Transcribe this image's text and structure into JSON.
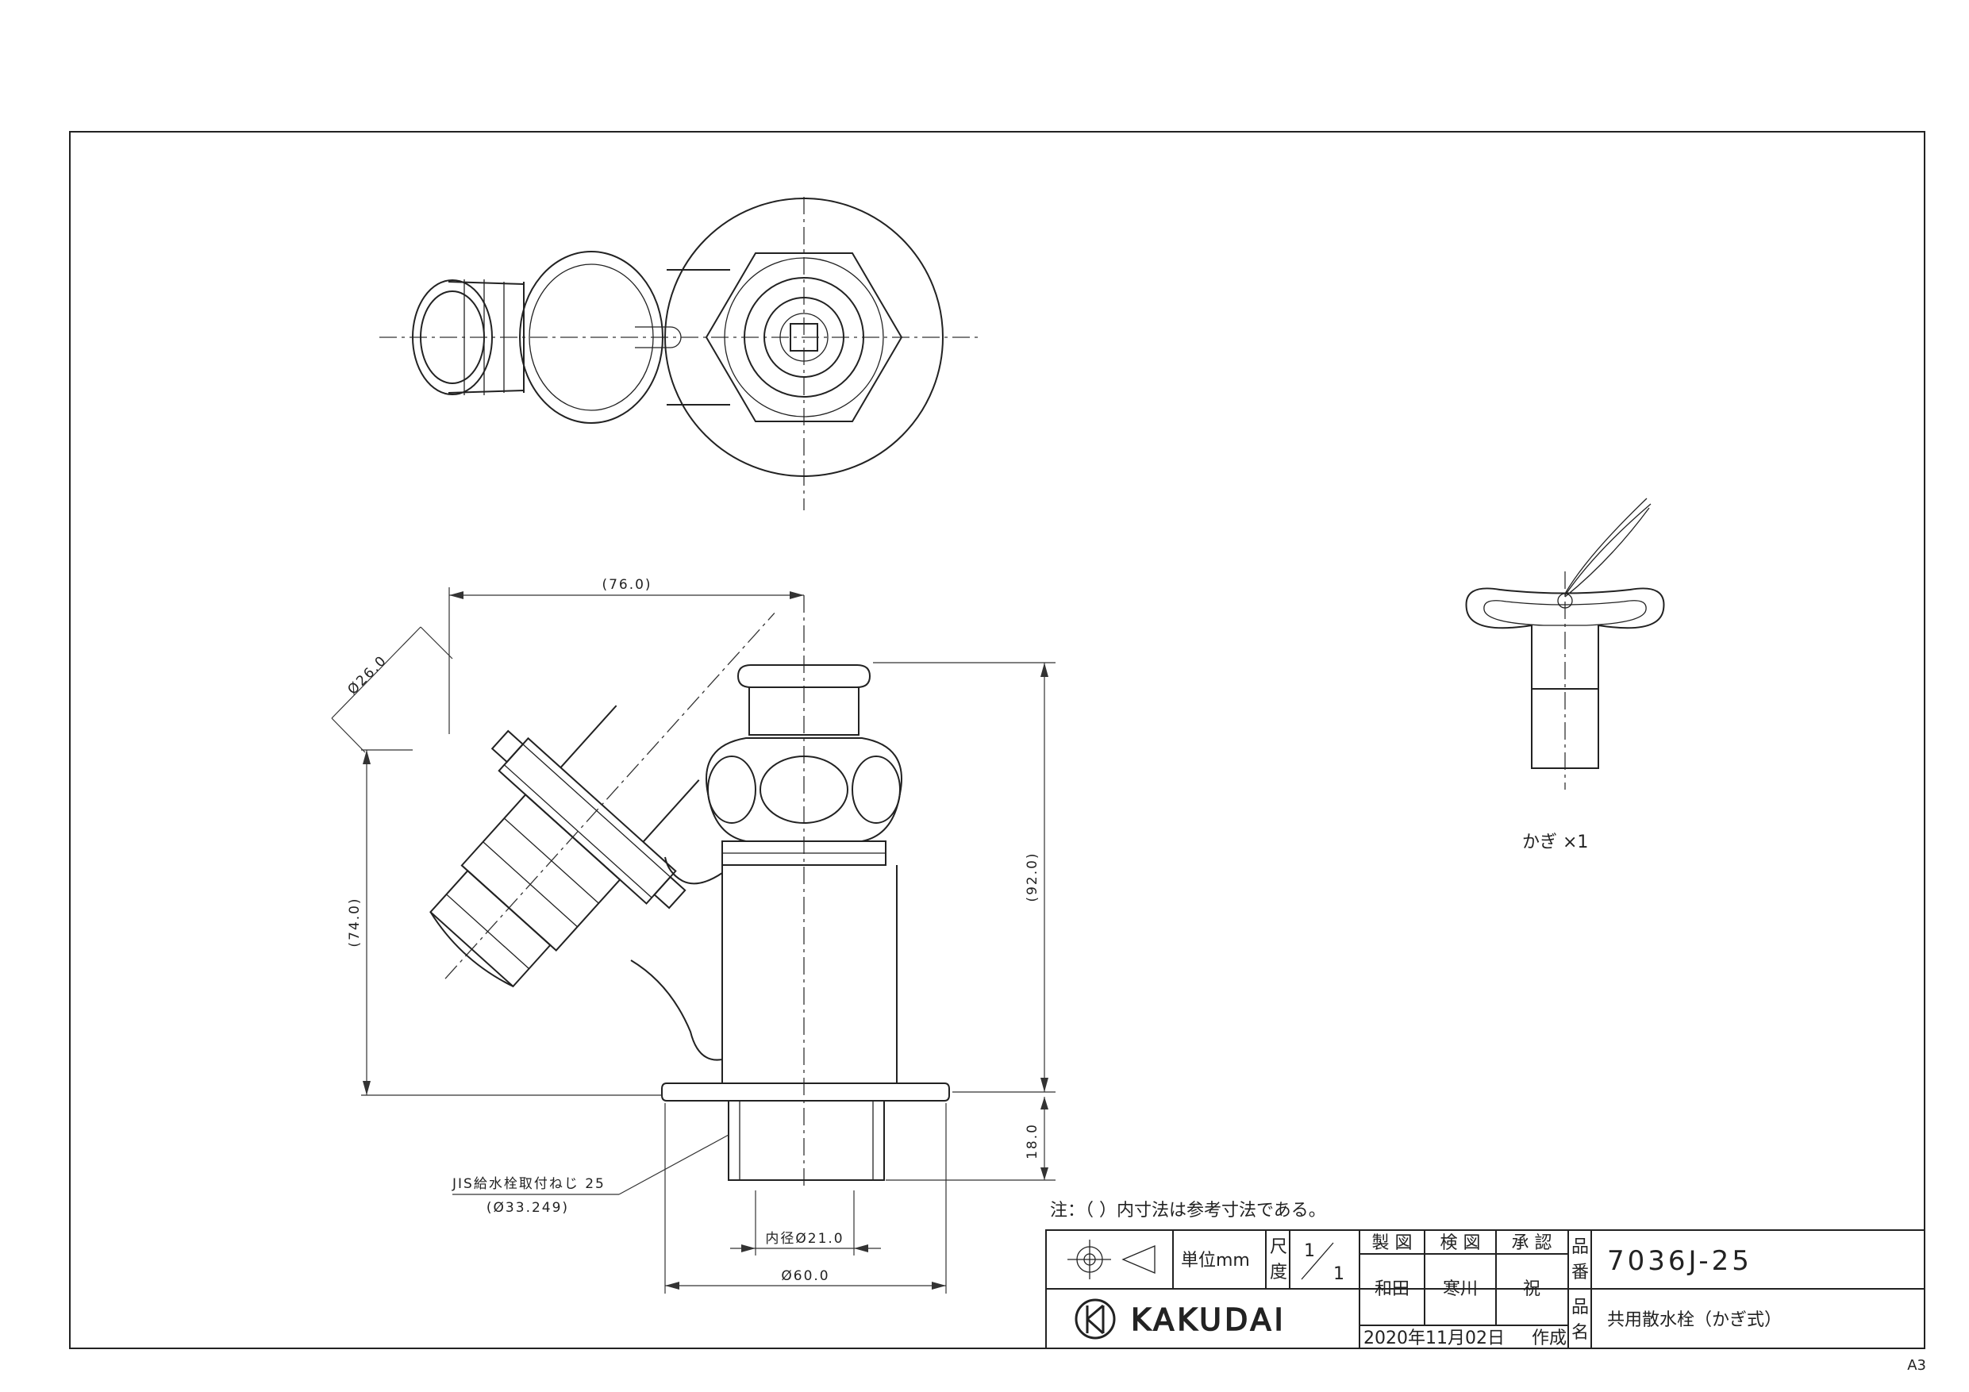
{
  "dimensions": {
    "width_76": "(76.0)",
    "dia_26": "Ø26.0",
    "height_74": "(74.0)",
    "height_92": "(92.0)",
    "thread_18": "18.0",
    "inner_dia": "内径Ø21.0",
    "flange_dia": "Ø60.0",
    "thread_label": "JIS給水栓取付ねじ 25",
    "thread_dia": "(Ø33.249)"
  },
  "key_label": "かぎ ×1",
  "note": "注：（ ）内寸法は参考寸法である。",
  "title_block": {
    "unit_label": "単位mm",
    "scale_label_1": "尺",
    "scale_label_2": "度",
    "scale_num": "1",
    "scale_den": "1",
    "col_drawn": "製 図",
    "col_checked": "検 図",
    "col_approved": "承 認",
    "name_drawn": "和田",
    "name_checked": "寒川",
    "name_approved": "祝",
    "part_no_label_1": "品",
    "part_no_label_2": "番",
    "part_no": "7036J-25",
    "part_name_label_1": "品",
    "part_name_label_2": "名",
    "part_name": "共用散水栓（かぎ式）",
    "company": "KAKUDAI",
    "date": "2020年11月02日",
    "date_suffix": "作成"
  },
  "sheet_size": "A3"
}
